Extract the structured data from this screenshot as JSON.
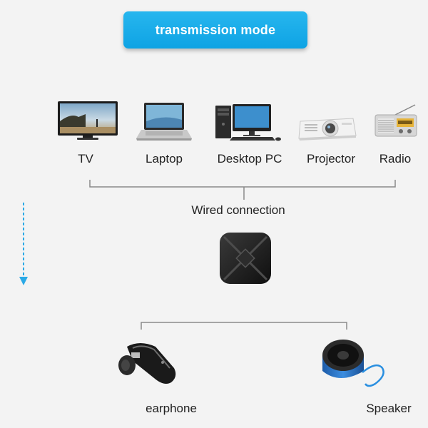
{
  "header": {
    "title": "transmission mode"
  },
  "sources": {
    "items": [
      {
        "label": "TV",
        "icon": "tv-icon"
      },
      {
        "label": "Laptop",
        "icon": "laptop-icon"
      },
      {
        "label": "Desktop PC",
        "icon": "desktop-pc-icon"
      },
      {
        "label": "Projector",
        "icon": "projector-icon"
      },
      {
        "label": "Radio",
        "icon": "radio-icon"
      }
    ],
    "connection_label": "Wired connection"
  },
  "transmitter": {
    "icon": "bluetooth-transmitter-icon"
  },
  "flow_arrow": {
    "icon": "dashed-down-arrow-icon",
    "color": "#2aa9e6"
  },
  "outputs": {
    "items": [
      {
        "label": "earphone",
        "icon": "bluetooth-earphone-icon"
      },
      {
        "label": "Speaker",
        "icon": "bluetooth-speaker-icon"
      }
    ]
  },
  "colors": {
    "banner": "#14a8e8",
    "bracket": "#8a8a8a"
  }
}
